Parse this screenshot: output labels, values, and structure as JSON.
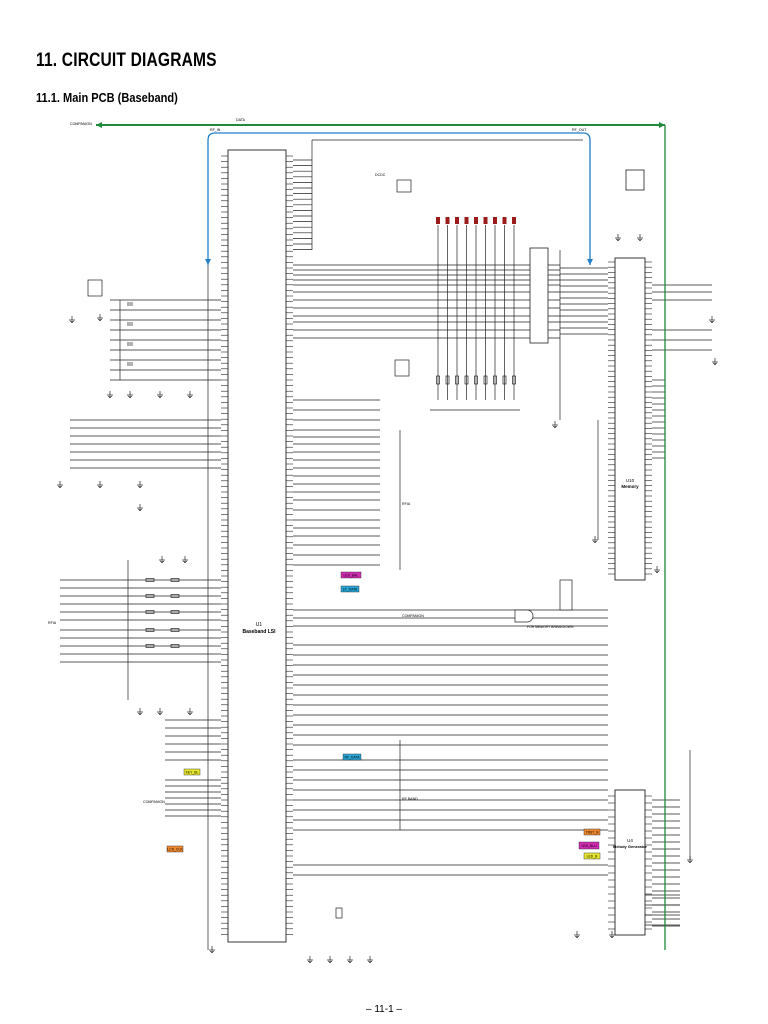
{
  "page_title": "11. CIRCUIT DIAGRAMS",
  "section_title": "11.1. Main PCB (Baseband)",
  "page_number": "– 11-1 –",
  "colors": {
    "bus_green": "#1f8a3a",
    "bus_blue": "#1f7fc9",
    "ic_pin": "#222222",
    "test_point": "#9b1b1b",
    "tag_magenta": "#d12bb3",
    "tag_cyan": "#29a5d6",
    "tag_yellow": "#e8e832",
    "tag_orange": "#f08a2e"
  },
  "ics": {
    "u1": {
      "ref": "U1",
      "name": "Baseband LSI"
    },
    "u10": {
      "ref": "U10",
      "name": "Memory"
    },
    "u4": {
      "ref": "U4",
      "name": "Melody Generator"
    }
  },
  "connectors": {
    "companion_top": "COMPANION",
    "companion_mid": "COMPANION",
    "companion_low": "COMPANION",
    "rfu_left": "RFIA",
    "rfu_bottom": "RFIA",
    "rf_band": "RF BAND",
    "dcdc": "DCDC"
  },
  "bus_labels": {
    "top_left": "DATA",
    "top_mid": "RF_IN",
    "top_right": "RF_OUT"
  },
  "notes": {
    "memory_note": "FOR MEMORY BREAKDOWN"
  },
  "colored_tags": [
    {
      "label": "LED_BAL",
      "color": "#d12bb3"
    },
    {
      "label": "LF_DATA",
      "color": "#29a5d6"
    },
    {
      "label": "RF_DATA",
      "color": "#29a5d6"
    },
    {
      "label": "KEY_BL",
      "color": "#e8e832"
    },
    {
      "label": "LCD_CLK",
      "color": "#f08a2e"
    },
    {
      "label": "TRST_B",
      "color": "#f08a2e"
    },
    {
      "label": "LED_BLU",
      "color": "#d12bb3"
    },
    {
      "label": "LED_B",
      "color": "#e8e832"
    }
  ]
}
